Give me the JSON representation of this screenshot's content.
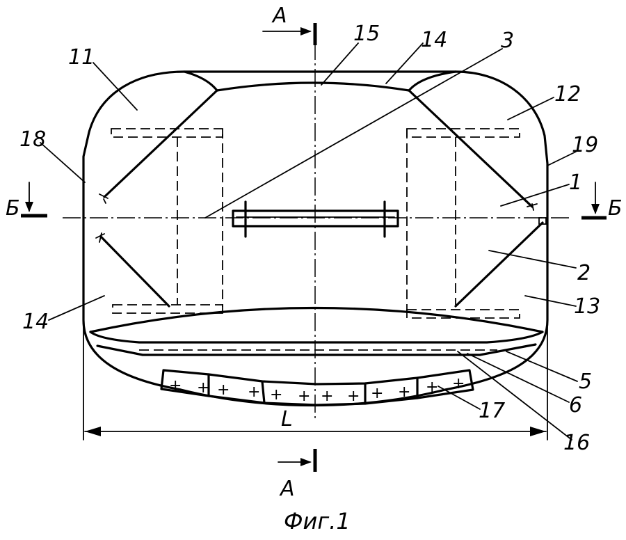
{
  "caption": "Фиг.1",
  "dimension": {
    "label": "L"
  },
  "sections": {
    "aa_top": "А",
    "aa_bottom": "А",
    "bb_left": "Б",
    "bb_right": "Б"
  },
  "callouts": [
    {
      "id": "c1",
      "text": "1"
    },
    {
      "id": "c2",
      "text": "2"
    },
    {
      "id": "c3",
      "text": "3"
    },
    {
      "id": "c5",
      "text": "5"
    },
    {
      "id": "c6",
      "text": "6"
    },
    {
      "id": "c11",
      "text": "11"
    },
    {
      "id": "c12",
      "text": "12"
    },
    {
      "id": "c13",
      "text": "13"
    },
    {
      "id": "c14a",
      "text": "14"
    },
    {
      "id": "c14b",
      "text": "14"
    },
    {
      "id": "c15",
      "text": "15"
    },
    {
      "id": "c16",
      "text": "16"
    },
    {
      "id": "c17",
      "text": "17"
    },
    {
      "id": "c18",
      "text": "18"
    },
    {
      "id": "c19",
      "text": "19"
    }
  ]
}
